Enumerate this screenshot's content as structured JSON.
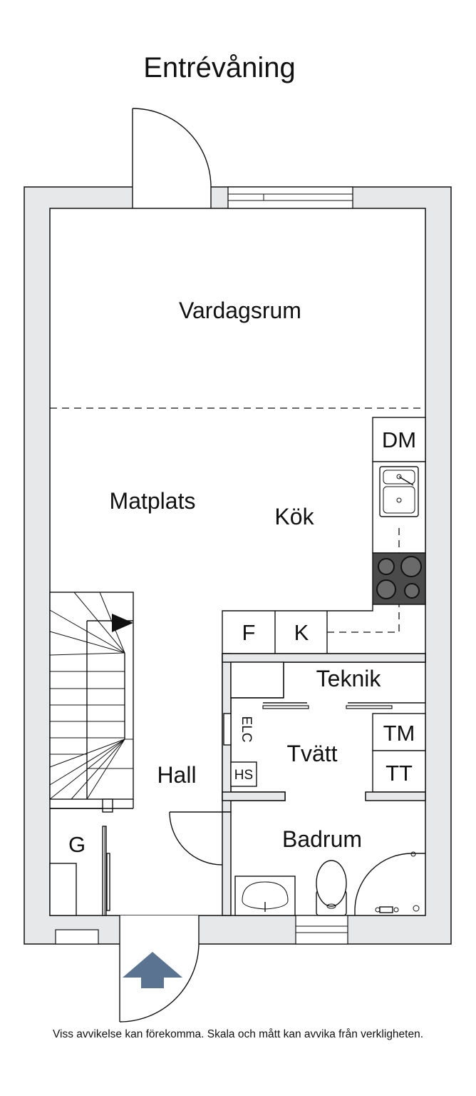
{
  "title": "Entrévåning",
  "rooms": {
    "vardagsrum": "Vardagsrum",
    "matplats": "Matplats",
    "kok": "Kök",
    "hall": "Hall",
    "tvatt": "Tvätt",
    "teknik": "Teknik",
    "badrum": "Badrum"
  },
  "fixtures": {
    "dm": "DM",
    "f": "F",
    "k": "K",
    "tm": "TM",
    "tt": "TT",
    "elc": "ELC",
    "hs": "HS",
    "g": "G"
  },
  "footer_note": "Viss avvikelse kan förekomma. Skala och mått kan avvika från verkligheten.",
  "colors": {
    "wall_fill": "#e6e8ea",
    "stove_fill": "#4a4a4a",
    "entrance_arrow": "#5a7390"
  }
}
